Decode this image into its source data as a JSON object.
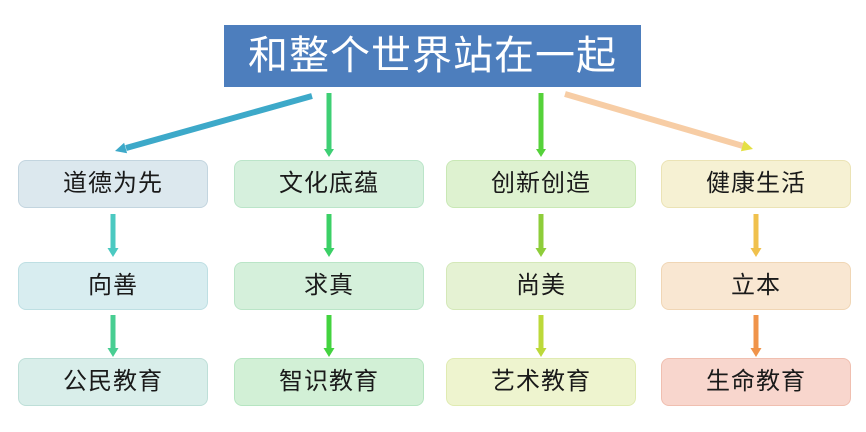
{
  "title": {
    "text": "和整个世界站在一起",
    "bg_color": "#4d7ebd",
    "text_color": "#ffffff"
  },
  "columns": [
    {
      "name": "道德为先",
      "boxes": [
        {
          "label": "道德为先",
          "bg": "#dce8ee",
          "border": "#c3d5df"
        },
        {
          "label": "向善",
          "bg": "#d8edf0",
          "border": "#bedfe3"
        },
        {
          "label": "公民教育",
          "bg": "#d9eeea",
          "border": "#bedfd8"
        }
      ],
      "root_arrow": {
        "shaft": "#3da9c9",
        "head": "#3da9c9"
      },
      "arrows": [
        {
          "color": "#4bc9c1"
        },
        {
          "color": "#48ce92"
        }
      ]
    },
    {
      "name": "文化底蕴",
      "boxes": [
        {
          "label": "文化底蕴",
          "bg": "#d6f0dd",
          "border": "#bbe5c9"
        },
        {
          "label": "求真",
          "bg": "#d5f0db",
          "border": "#bae5c7"
        },
        {
          "label": "智识教育",
          "bg": "#d2f0d6",
          "border": "#b6e5c1"
        }
      ],
      "root_arrow": {
        "shaft": "#3ecf74",
        "head": "#3ecf74"
      },
      "arrows": [
        {
          "color": "#3bd066"
        },
        {
          "color": "#43d33f"
        }
      ]
    },
    {
      "name": "创新创造",
      "boxes": [
        {
          "label": "创新创造",
          "bg": "#def2d0",
          "border": "#c9e8b5"
        },
        {
          "label": "尚美",
          "bg": "#e5f2d3",
          "border": "#d4e8b8"
        },
        {
          "label": "艺术教育",
          "bg": "#eef4cf",
          "border": "#e0ebb2"
        }
      ],
      "root_arrow": {
        "shaft": "#55d23a",
        "head": "#55d23a"
      },
      "arrows": [
        {
          "color": "#8ecd3a"
        },
        {
          "color": "#bcd93a"
        }
      ]
    },
    {
      "name": "健康生活",
      "boxes": [
        {
          "label": "健康生活",
          "bg": "#f6f1d3",
          "border": "#ebe3b5"
        },
        {
          "label": "立本",
          "bg": "#f9e7d2",
          "border": "#f0d6b5"
        },
        {
          "label": "生命教育",
          "bg": "#f8d6cd",
          "border": "#f0bfb0"
        }
      ],
      "root_arrow": {
        "shaft": "#f7cda5",
        "head": "#e4e043"
      },
      "arrows": [
        {
          "color": "#f0c14d"
        },
        {
          "color": "#f0944a"
        }
      ]
    }
  ]
}
